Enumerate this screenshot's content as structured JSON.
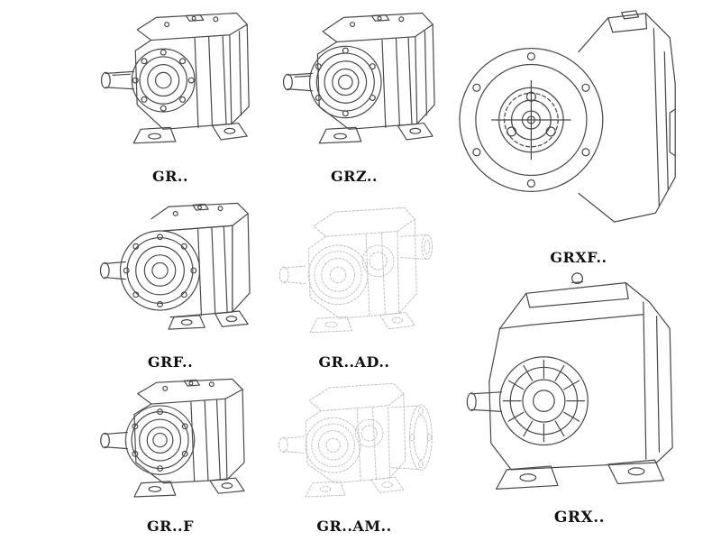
{
  "page": {
    "type": "product-catalog-line-drawings",
    "subject": "helical gear reducer model range"
  },
  "colors": {
    "ink": "#4a4a4a",
    "ghost": "#c4c4c4",
    "caption": "#111111",
    "background": "#ffffff"
  },
  "figures": [
    {
      "id": "gr",
      "label": "GR..",
      "style": "solid",
      "view": "foot-mounted gearbox, input shaft left"
    },
    {
      "id": "grz",
      "label": "GRZ..",
      "style": "solid",
      "view": "foot-mounted gearbox with front ring, input shaft left"
    },
    {
      "id": "grxf",
      "label": "GRXF..",
      "style": "solid",
      "view": "flange-mounted gearbox, large front flange with bolt holes"
    },
    {
      "id": "grf",
      "label": "GRF..",
      "style": "solid",
      "view": "flange gearbox with feet, bolt circle on front flange"
    },
    {
      "id": "grad",
      "label": "GR..AD..",
      "style": "ghost",
      "view": "gearbox with input adapter, light phantom drawing"
    },
    {
      "id": "grx",
      "label": "GRX..",
      "style": "solid",
      "view": "large foot-mounted gearbox, radial-ribbed bearing boss"
    },
    {
      "id": "grf2",
      "label": "GR..F",
      "style": "solid",
      "view": "foot gearbox with output flange"
    },
    {
      "id": "gram",
      "label": "GR..AM..",
      "style": "ghost",
      "view": "gearbox with motor adapter flange, light phantom drawing"
    }
  ]
}
